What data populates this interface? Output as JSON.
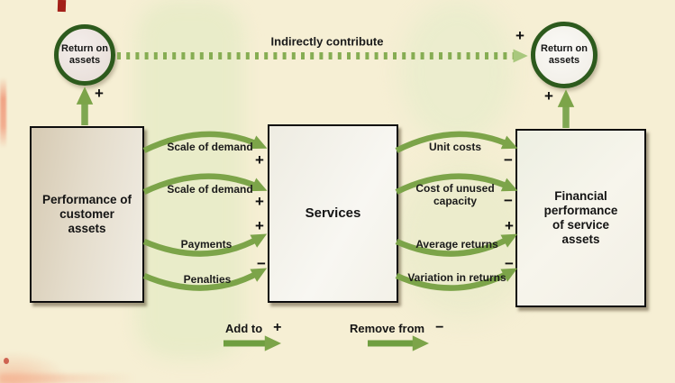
{
  "colors": {
    "arc_green": "#7ca449",
    "dark_green": "#2d5a1d",
    "light_arrow_green": "#a9c87e",
    "page_background": "#f6efd4"
  },
  "loops": {
    "left_circle_label": "Return on assets",
    "right_circle_label": "Return on assets",
    "left_circle_sign": "+",
    "right_circle_incoming_sign": "+",
    "right_circle_sign": "+",
    "dotted_arrow_label": "Indirectly contribute"
  },
  "boxes": {
    "customer": "Performance of customer assets",
    "services": "Services",
    "financial": "Financial performance of service assets"
  },
  "customer_to_services": [
    {
      "label": "Scale of demand",
      "sign": "+"
    },
    {
      "label": "Scale of demand",
      "sign": "+"
    },
    {
      "label": "Payments",
      "sign": "+"
    },
    {
      "label": "Penalties",
      "sign": "−"
    }
  ],
  "services_to_financial": [
    {
      "label": "Unit costs",
      "sign": "−"
    },
    {
      "label": "Cost of unused capacity",
      "sign": "−"
    },
    {
      "label": "Average returns",
      "sign": "+"
    },
    {
      "label": "Variation in returns",
      "sign": "−"
    }
  ],
  "legend": {
    "add": {
      "label": "Add to",
      "sign": "+"
    },
    "remove": {
      "label": "Remove from",
      "sign": "−"
    }
  }
}
